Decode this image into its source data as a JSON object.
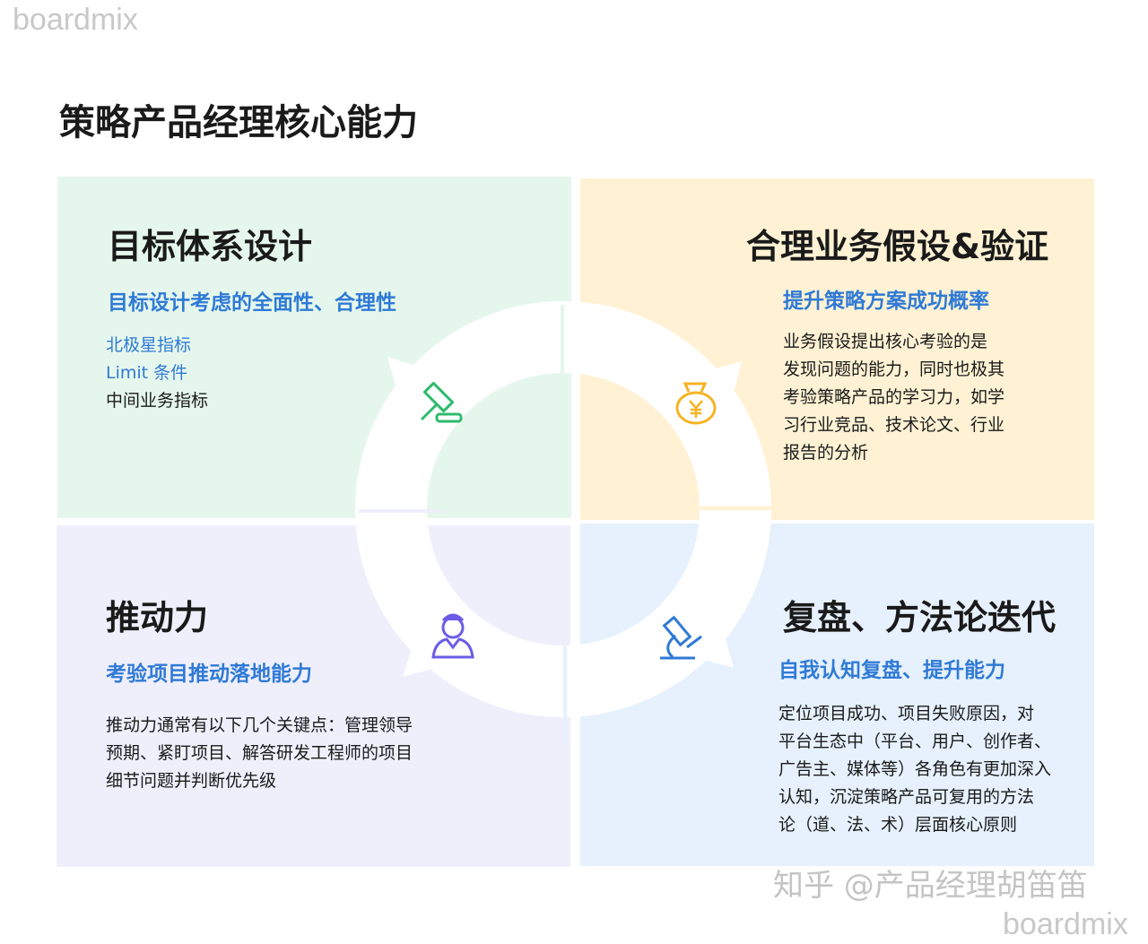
{
  "watermark_top": "boardmix",
  "watermark_bottom": "boardmix",
  "attribution": "知乎 @产品经理胡笛笛",
  "title": "策略产品经理核心能力",
  "colors": {
    "green": "#e5f7ec",
    "yellow": "#fff2d4",
    "lavender": "#efeffc",
    "lightblue": "#e6f1fd",
    "accent": "#2f7ad6"
  },
  "quadrants": [
    {
      "heading": "目标体系设计",
      "subtitle": "目标设计考虑的全面性、合理性",
      "items": [
        "北极星指标",
        "Limit 条件",
        "中间业务指标"
      ],
      "icon": "gavel-icon",
      "icon_color": "#2dbb6c"
    },
    {
      "heading": "合理业务假设&验证",
      "subtitle": "提升策略方案成功概率",
      "lines": [
        "业务假设提出核心考验的是",
        "发现问题的能力，同时也极其",
        "考验策略产品的学习力，如学",
        "习行业竞品、技术论文、行业",
        "报告的分析"
      ],
      "icon": "money-bag-icon",
      "icon_color": "#f5b323"
    },
    {
      "heading": "推动力",
      "subtitle": "考验项目推动落地能力",
      "lines": [
        "推动力通常有以下几个关键点：管理领导",
        "预期、紧盯项目、解答研发工程师的项目",
        "细节问题并判断优先级"
      ],
      "icon": "businessman-icon",
      "icon_color": "#6b5ce7"
    },
    {
      "heading": "复盘、方法论迭代",
      "subtitle": "自我认知复盘、提升能力",
      "lines": [
        "定位项目成功、项目失败原因，对",
        "平台生态中（平台、用户、创作者、",
        "广告主、媒体等）各角色有更加深入",
        "认知，沉淀策略产品可复用的方法",
        "论（道、法、术）层面核心原则"
      ],
      "icon": "microscope-icon",
      "icon_color": "#2f7ad6"
    }
  ]
}
